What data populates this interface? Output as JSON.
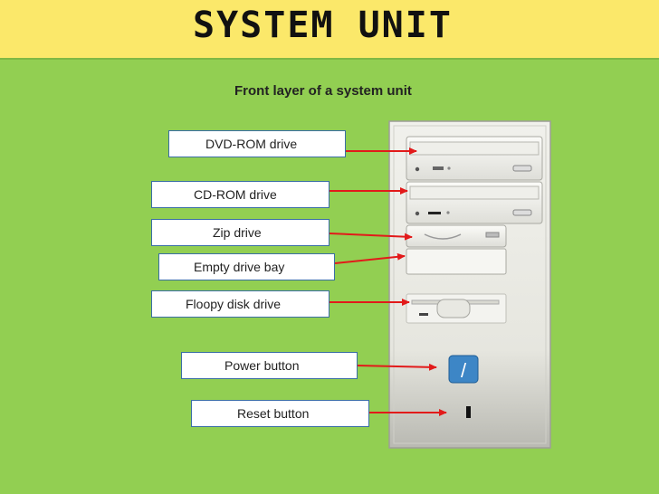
{
  "header": {
    "title": "SYSTEM UNIT",
    "background": "#fbe86a"
  },
  "slide": {
    "subtitle": "Front layer of a system unit",
    "background": "#92cf52",
    "arrow_color": "#e21a1a",
    "power_symbol": "/",
    "labels": [
      {
        "id": "dvd",
        "text": "DVD-ROM drive"
      },
      {
        "id": "cd",
        "text": "CD-ROM drive"
      },
      {
        "id": "zip",
        "text": "Zip drive"
      },
      {
        "id": "bay",
        "text": "Empty drive bay"
      },
      {
        "id": "floppy",
        "text": "Floopy disk drive"
      },
      {
        "id": "power",
        "text": "Power button"
      },
      {
        "id": "reset",
        "text": "Reset button"
      }
    ]
  }
}
